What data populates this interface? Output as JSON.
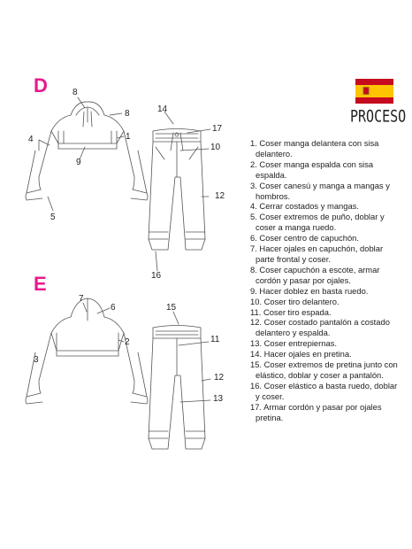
{
  "sections": {
    "d": {
      "letter": "D"
    },
    "e": {
      "letter": "E"
    }
  },
  "header": {
    "label": "PROCESO",
    "flag_colors": {
      "red": "#c60b1e",
      "yellow": "#ffc400"
    }
  },
  "colors": {
    "accent": "#e8198b",
    "line": "#555555"
  },
  "callouts_d": {
    "c8a": "8",
    "c8b": "8",
    "c4": "4",
    "c1": "1",
    "c9": "9",
    "c5": "5",
    "c14": "14",
    "c17": "17",
    "c10": "10",
    "c12": "12",
    "c16": "16"
  },
  "callouts_e": {
    "c7": "7",
    "c6": "6",
    "c2": "2",
    "c3": "3",
    "c15": "15",
    "c11": "11",
    "c12": "12",
    "c13": "13"
  },
  "steps": [
    {
      "lines": [
        "1. Coser manga delantera con sisa",
        "delantero."
      ]
    },
    {
      "lines": [
        "2. Coser manga espalda con sisa",
        "espalda."
      ]
    },
    {
      "lines": [
        "3. Coser canesú y manga a mangas y",
        "hombros."
      ]
    },
    {
      "lines": [
        "4. Cerrar costados y mangas."
      ]
    },
    {
      "lines": [
        "5. Coser extremos de puño, doblar y",
        "coser a manga ruedo."
      ]
    },
    {
      "lines": [
        "6. Coser centro de capuchón."
      ]
    },
    {
      "lines": [
        "7. Hacer ojales en capuchón, doblar",
        "parte frontal y coser."
      ]
    },
    {
      "lines": [
        "8. Coser capuchón a escote, armar",
        "cordón y pasar por ojales."
      ]
    },
    {
      "lines": [
        "9. Hacer doblez en basta ruedo."
      ]
    },
    {
      "lines": [
        "10. Coser tiro delantero."
      ]
    },
    {
      "lines": [
        "11. Coser tiro espada."
      ]
    },
    {
      "lines": [
        "12. Coser costado pantalón a costado",
        "delantero y espalda."
      ]
    },
    {
      "lines": [
        "13. Coser entrepiernas."
      ]
    },
    {
      "lines": [
        "14. Hacer ojales en pretina."
      ]
    },
    {
      "lines": [
        "15. Coser extremos de pretina junto con",
        "elástico, doblar y coser a pantalón."
      ]
    },
    {
      "lines": [
        "16. Coser elástico a basta ruedo, doblar",
        "y coser."
      ]
    },
    {
      "lines": [
        "17. Armar cordón y pasar por ojales",
        "pretina."
      ]
    }
  ]
}
